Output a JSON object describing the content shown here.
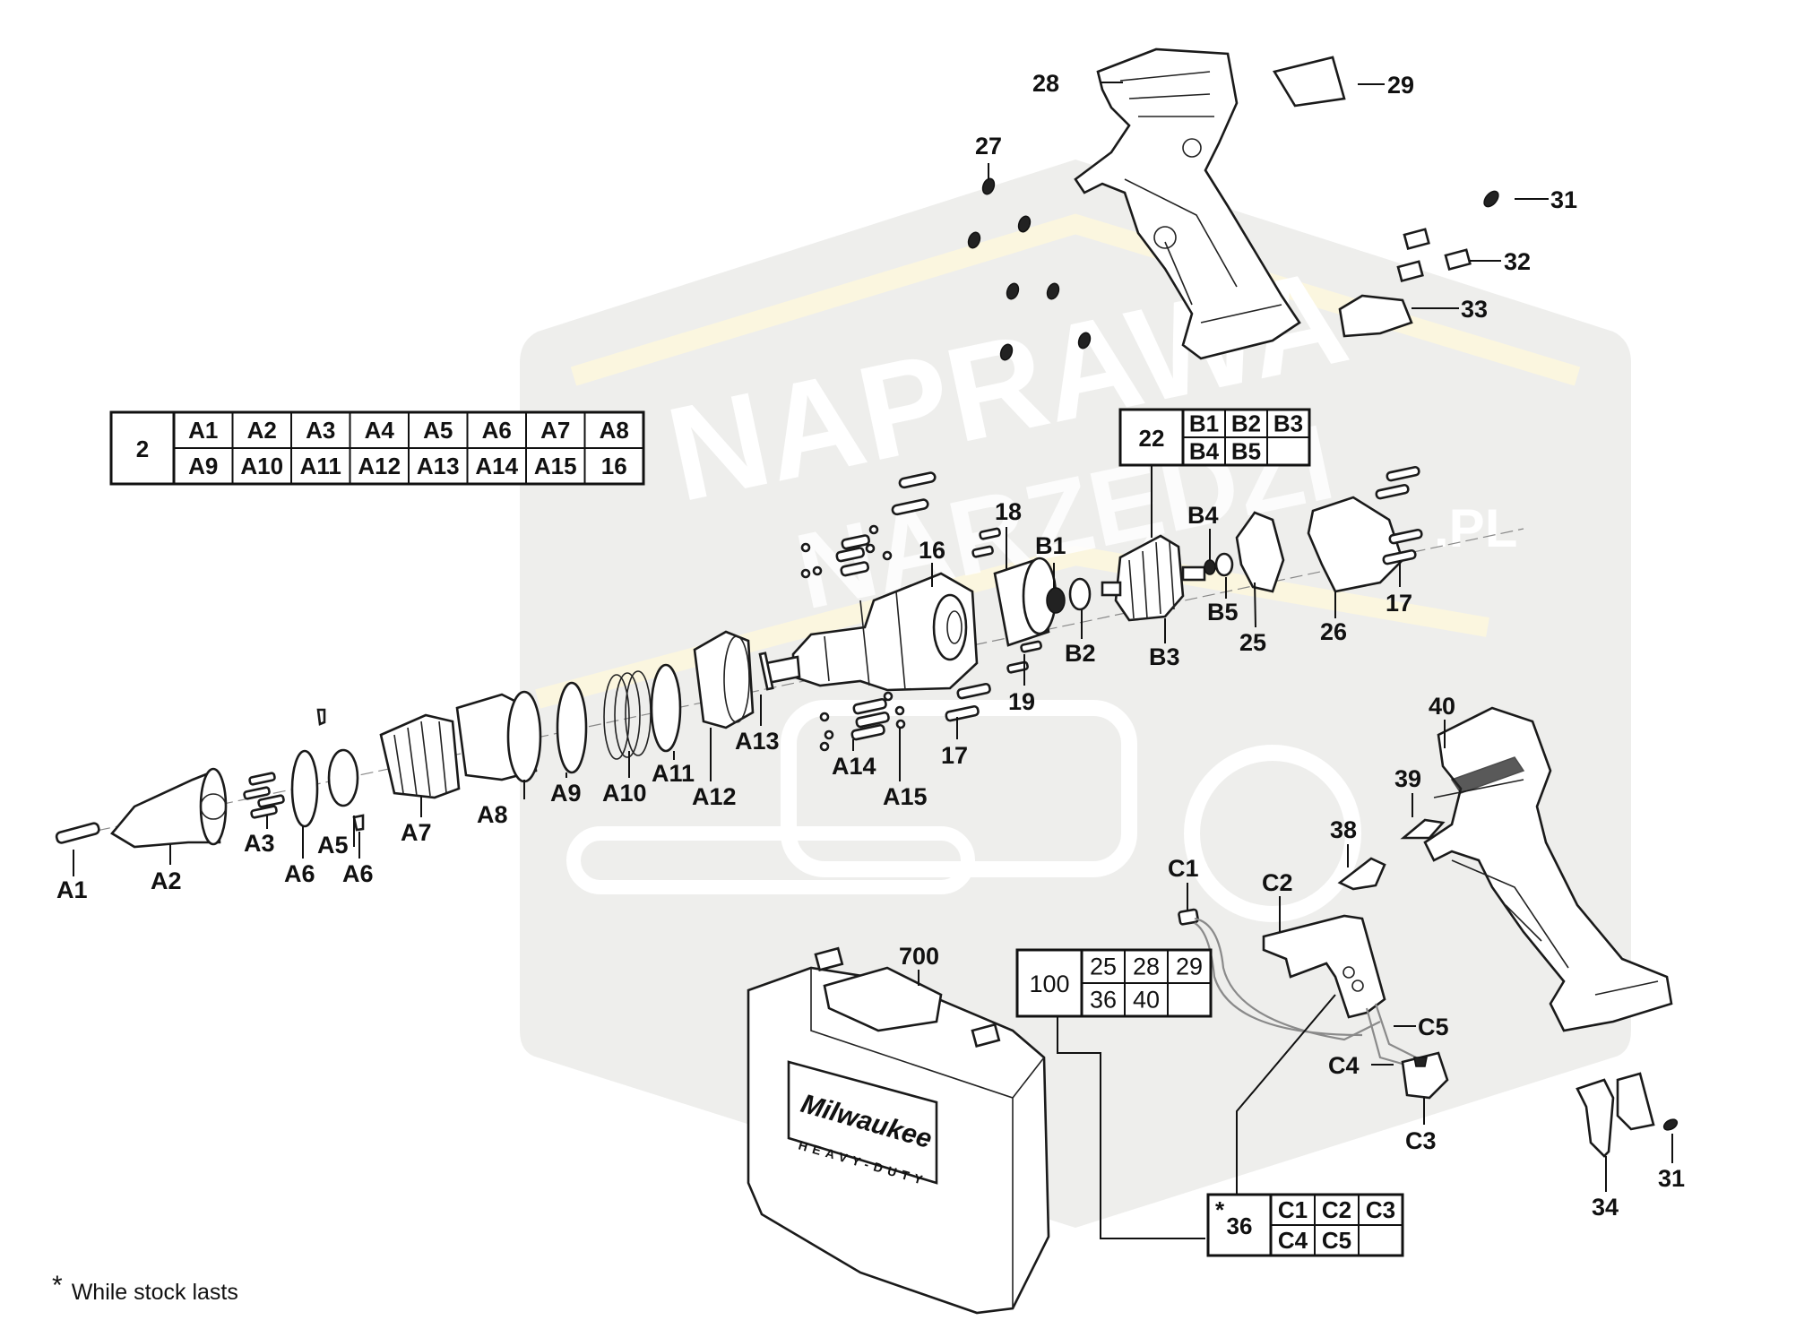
{
  "diagram": {
    "brand_on_case": "Milwaukee",
    "case_band_text": "HEAVY-DUTY",
    "watermark": {
      "line1": "NAPRAWA",
      "line2": "NARZĘDZI",
      "suffix": ".PL"
    },
    "colors": {
      "line": "#111111",
      "watermark_gray": "#eeeeec",
      "watermark_yellow": "#fbf6df",
      "background": "#ffffff"
    }
  },
  "callouts": {
    "p27": "27",
    "p28": "28",
    "p29": "29",
    "p31a": "31",
    "p32": "32",
    "p33": "33",
    "p16": "16",
    "p17a": "17",
    "p17b": "17",
    "p18": "18",
    "p19": "19",
    "b1": "B1",
    "b2": "B2",
    "b3": "B3",
    "b4": "B4",
    "b5": "B5",
    "p25": "25",
    "p26": "26",
    "a1": "A1",
    "a2": "A2",
    "a3": "A3",
    "a5": "A5",
    "a6a": "A6",
    "a6b": "A6",
    "a7": "A7",
    "a8": "A8",
    "a9": "A9",
    "a10": "A10",
    "a11": "A11",
    "a12": "A12",
    "a13": "A13",
    "a14": "A14",
    "a15": "A15",
    "p40": "40",
    "p39": "39",
    "p38": "38",
    "c1": "C1",
    "c2": "C2",
    "c3": "C3",
    "c4": "C4",
    "c5": "C5",
    "p34": "34",
    "p31b": "31",
    "p700": "700"
  },
  "kit_tables": {
    "kit2": {
      "id": "2",
      "rows": [
        [
          "A1",
          "A2",
          "A3",
          "A4",
          "A5",
          "A6",
          "A7",
          "A8"
        ],
        [
          "A9",
          "A10",
          "A11",
          "A12",
          "A13",
          "A14",
          "A15",
          "16"
        ]
      ]
    },
    "kit22": {
      "id": "22",
      "rows": [
        [
          "B1",
          "B2",
          "B3"
        ],
        [
          "B4",
          "B5",
          ""
        ]
      ]
    },
    "kit100": {
      "id": "100",
      "rows": [
        [
          "25",
          "28",
          "29"
        ],
        [
          "36",
          "40",
          ""
        ]
      ]
    },
    "kit36": {
      "id": "36",
      "marker": "*",
      "rows": [
        [
          "C1",
          "C2",
          "C3"
        ],
        [
          "C4",
          "C5",
          ""
        ]
      ]
    }
  },
  "footnote": {
    "marker": "*",
    "text": "While stock lasts"
  }
}
